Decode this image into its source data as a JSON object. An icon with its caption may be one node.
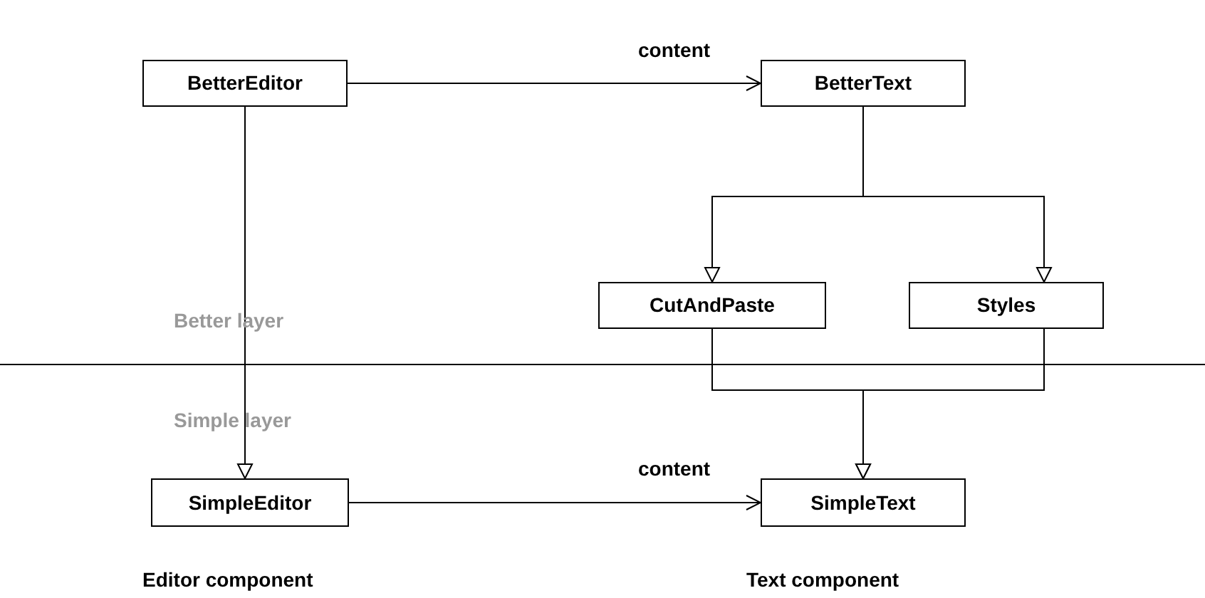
{
  "diagram": {
    "nodes": [
      {
        "text": [
          "BetterEditor"
        ]
      },
      {
        "text": [
          "BetterText"
        ]
      },
      {
        "text": [
          "CutAndPaste"
        ]
      },
      {
        "text": [
          "Styles"
        ]
      },
      {
        "text": [
          "SimpleEditor"
        ]
      },
      {
        "text": [
          "SimpleText"
        ]
      }
    ],
    "edges": [
      {
        "from": 0,
        "to": 1,
        "arrow": "to",
        "label": "content"
      },
      {
        "from": 0,
        "to": 4,
        "arrow": "to"
      },
      {
        "from": 1,
        "to": 2,
        "arrow": "to"
      },
      {
        "from": 1,
        "to": 3,
        "arrow": "to"
      },
      {
        "from": 2,
        "to": 5,
        "arrow": "to"
      },
      {
        "from": 3,
        "to": 5,
        "arrow": "to"
      },
      {
        "from": 4,
        "to": 5,
        "arrow": "to",
        "label": "content"
      }
    ],
    "labels": [
      "Better layer",
      "Simple layer",
      "Editor component",
      "Text component"
    ]
  }
}
